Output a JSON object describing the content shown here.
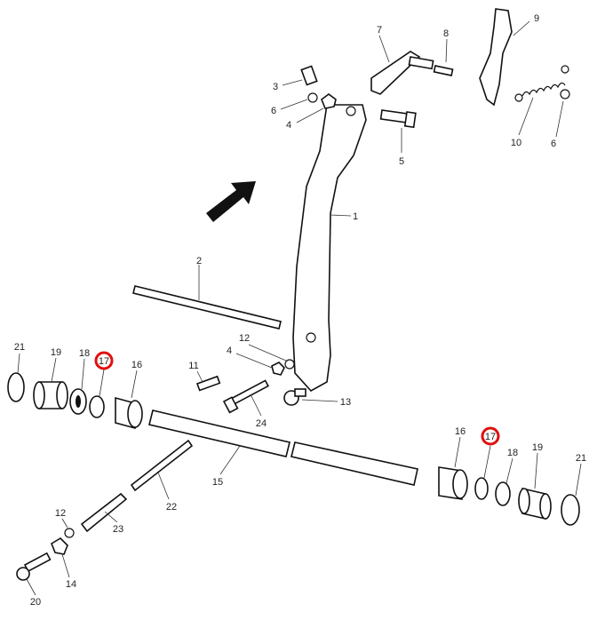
{
  "diagram": {
    "type": "exploded-parts-view",
    "highlight_color": "#e01010",
    "arrow_icon": "direction-arrow",
    "labels": {
      "l1": "1",
      "l2": "2",
      "l3": "3",
      "l4a": "4",
      "l4b": "4",
      "l5": "5",
      "l6a": "6",
      "l6b": "6",
      "l7": "7",
      "l8": "8",
      "l9": "9",
      "l10": "10",
      "l11": "11",
      "l12a": "12",
      "l12b": "12",
      "l13": "13",
      "l14": "14",
      "l15": "15",
      "l16a": "16",
      "l16b": "16",
      "l17a": "17",
      "l17b": "17",
      "l18a": "18",
      "l18b": "18",
      "l19a": "19",
      "l19b": "19",
      "l20": "20",
      "l21a": "21",
      "l21b": "21",
      "l22": "22",
      "l23": "23",
      "l24": "24"
    },
    "highlighted_parts": [
      "17"
    ]
  }
}
